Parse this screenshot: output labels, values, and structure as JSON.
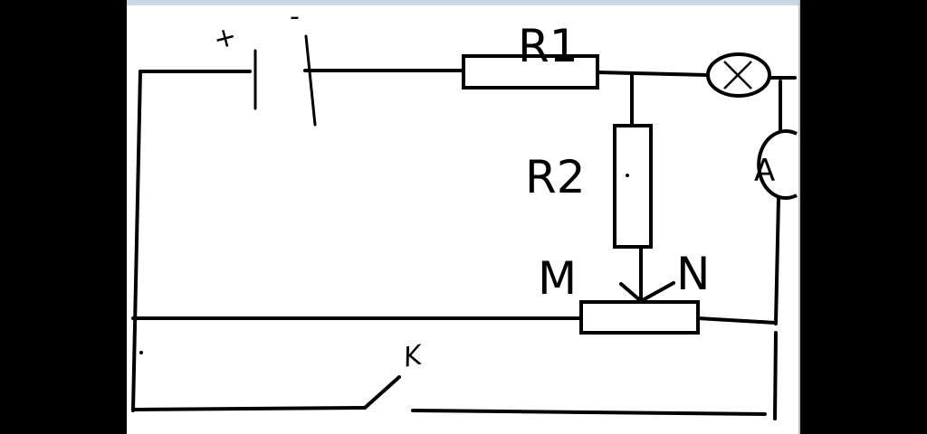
{
  "labels": {
    "r1": "R1",
    "r2": "R2",
    "m": "M",
    "n": "N",
    "lamp": "X",
    "ammeter": "A",
    "switch": "K",
    "battery_plus": "+",
    "battery_minus": "-"
  },
  "colors": {
    "frame": "#000000",
    "paper": "#ffffff",
    "ink": "#000000",
    "top_strip": "#c9d7e6"
  },
  "icons": {
    "battery": "battery-icon",
    "resistor": "resistor-icon",
    "lamp": "lamp-icon",
    "ammeter": "ammeter-icon",
    "rheostat": "rheostat-icon",
    "switch": "switch-icon"
  }
}
